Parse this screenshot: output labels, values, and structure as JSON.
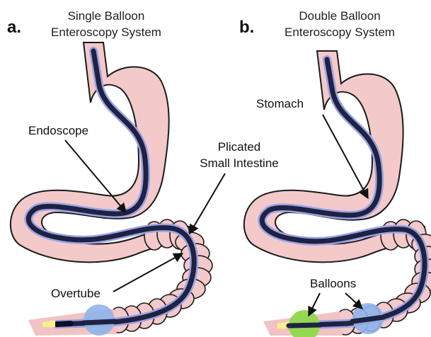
{
  "panels": [
    {
      "letter": "a.",
      "title_line1": "Single Balloon",
      "title_line2": "Enteroscopy System",
      "labels": {
        "endoscope": "Endoscope",
        "plicated_line1": "Plicated",
        "plicated_line2": "Small Intestine",
        "overtube": "Overtube"
      }
    },
    {
      "letter": "b.",
      "title_line1": "Double Balloon",
      "title_line2": "Enteroscopy System",
      "labels": {
        "stomach": "Stomach",
        "balloons": "Balloons"
      }
    }
  ],
  "colors": {
    "tissue": "#f3c9c9",
    "endoscope": "#1f2240",
    "endoscope_glow": "#9aa3e6",
    "balloon_blue": "#8fb4ea",
    "balloon_green": "#8fd84a",
    "tip_yellow": "#f6f08a"
  }
}
